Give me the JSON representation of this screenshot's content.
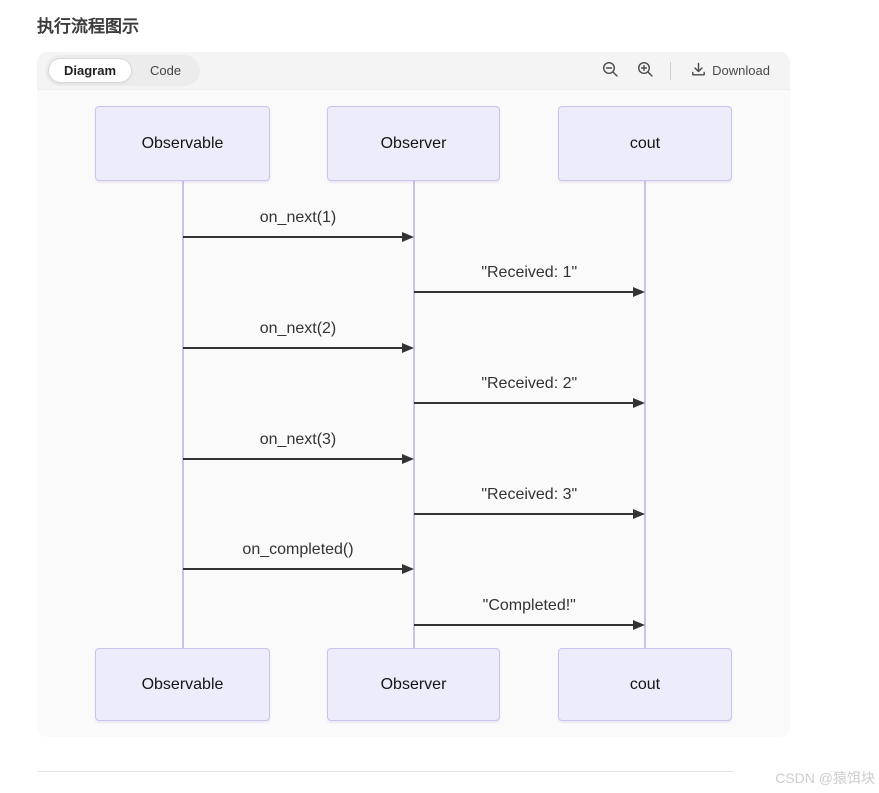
{
  "page": {
    "title": "执行流程图示",
    "watermark": "CSDN @猿饵块"
  },
  "toolbar": {
    "tabs": [
      {
        "label": "Diagram",
        "active": true
      },
      {
        "label": "Code",
        "active": false
      }
    ],
    "zoom_out_icon": "magnifier-minus",
    "zoom_in_icon": "magnifier-plus",
    "download_icon": "arrow-down-tray",
    "download_label": "Download"
  },
  "colors": {
    "actor_fill": "#ececfb",
    "actor_border": "#cbc3ec",
    "lifeline": "#cdc1ea",
    "arrow": "#333333",
    "card_bg": "#fafafa",
    "header_bg": "#f4f4f5",
    "active_tab_bg": "#ffffff",
    "watermark_color": "#cccccc"
  },
  "chart_data": {
    "type": "sequence-diagram",
    "actors": [
      "Observable",
      "Observer",
      "cout"
    ],
    "messages": [
      {
        "from": "Observable",
        "to": "Observer",
        "label": "on_next(1)"
      },
      {
        "from": "Observer",
        "to": "cout",
        "label": "\"Received: 1\""
      },
      {
        "from": "Observable",
        "to": "Observer",
        "label": "on_next(2)"
      },
      {
        "from": "Observer",
        "to": "cout",
        "label": "\"Received: 2\""
      },
      {
        "from": "Observable",
        "to": "Observer",
        "label": "on_next(3)"
      },
      {
        "from": "Observer",
        "to": "cout",
        "label": "\"Received: 3\""
      },
      {
        "from": "Observable",
        "to": "Observer",
        "label": "on_completed()"
      },
      {
        "from": "Observer",
        "to": "cout",
        "label": "\"Completed!\""
      }
    ],
    "layout_hint": "actors repeated top and bottom, solid arrows with filled heads, labels above arrows"
  }
}
